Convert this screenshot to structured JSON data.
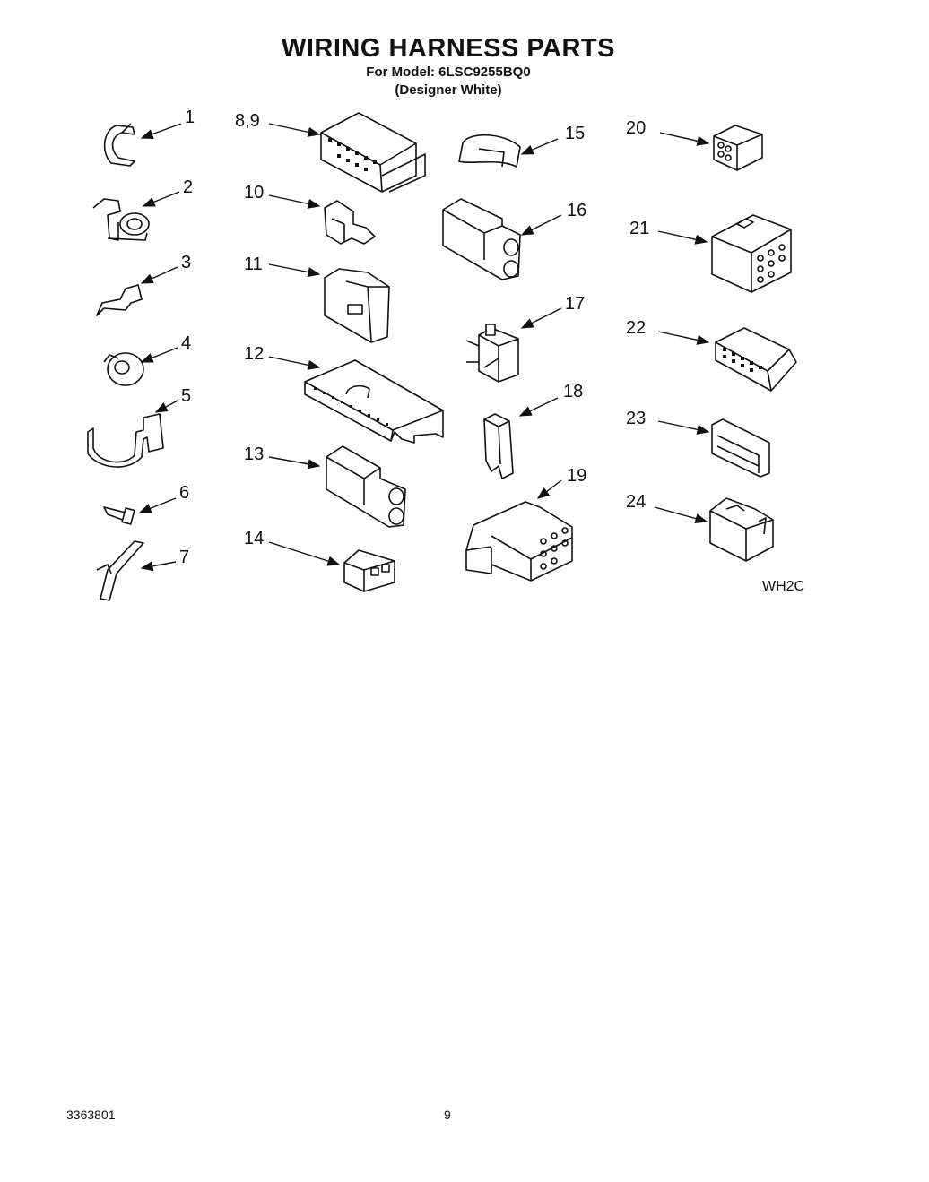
{
  "header": {
    "title": "WIRING HARNESS PARTS",
    "model_line": "For Model: 6LSC9255BQ0",
    "color_line": "(Designer White)"
  },
  "callouts": [
    "1",
    "2",
    "3",
    "4",
    "5",
    "6",
    "7",
    "8,9",
    "10",
    "11",
    "12",
    "13",
    "14",
    "15",
    "16",
    "17",
    "18",
    "19",
    "20",
    "21",
    "22",
    "23",
    "24"
  ],
  "diagram_code": "WH2C",
  "footer": {
    "doc_number": "3363801",
    "page_number": "9"
  }
}
